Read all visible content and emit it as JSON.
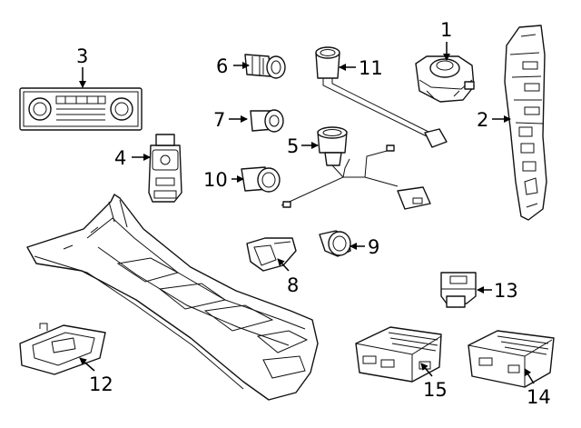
{
  "callouts": [
    {
      "id": "1",
      "label": "1"
    },
    {
      "id": "2",
      "label": "2"
    },
    {
      "id": "3",
      "label": "3"
    },
    {
      "id": "4",
      "label": "4"
    },
    {
      "id": "5",
      "label": "5"
    },
    {
      "id": "6",
      "label": "6"
    },
    {
      "id": "7",
      "label": "7"
    },
    {
      "id": "8",
      "label": "8"
    },
    {
      "id": "9",
      "label": "9"
    },
    {
      "id": "10",
      "label": "10"
    },
    {
      "id": "11",
      "label": "11"
    },
    {
      "id": "12",
      "label": "12"
    },
    {
      "id": "13",
      "label": "13"
    },
    {
      "id": "14",
      "label": "14"
    },
    {
      "id": "15",
      "label": "15"
    }
  ],
  "colors": {
    "line": "#111111",
    "background": "#ffffff"
  }
}
